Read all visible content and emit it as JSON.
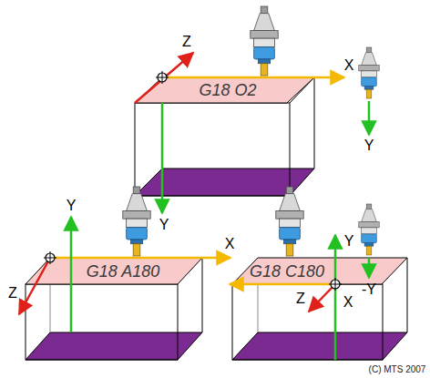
{
  "diagram": {
    "nodes": [
      {
        "text": [
          "G18 O2"
        ]
      },
      {
        "text": [
          "G18 A180"
        ]
      },
      {
        "text": [
          "G18 C180"
        ]
      }
    ],
    "labels": [
      "Z",
      "X",
      "Y",
      "Y",
      "Y",
      "X",
      "Z",
      "Y",
      "Z",
      "X",
      "-Y",
      "(C) MTS 2007"
    ]
  }
}
